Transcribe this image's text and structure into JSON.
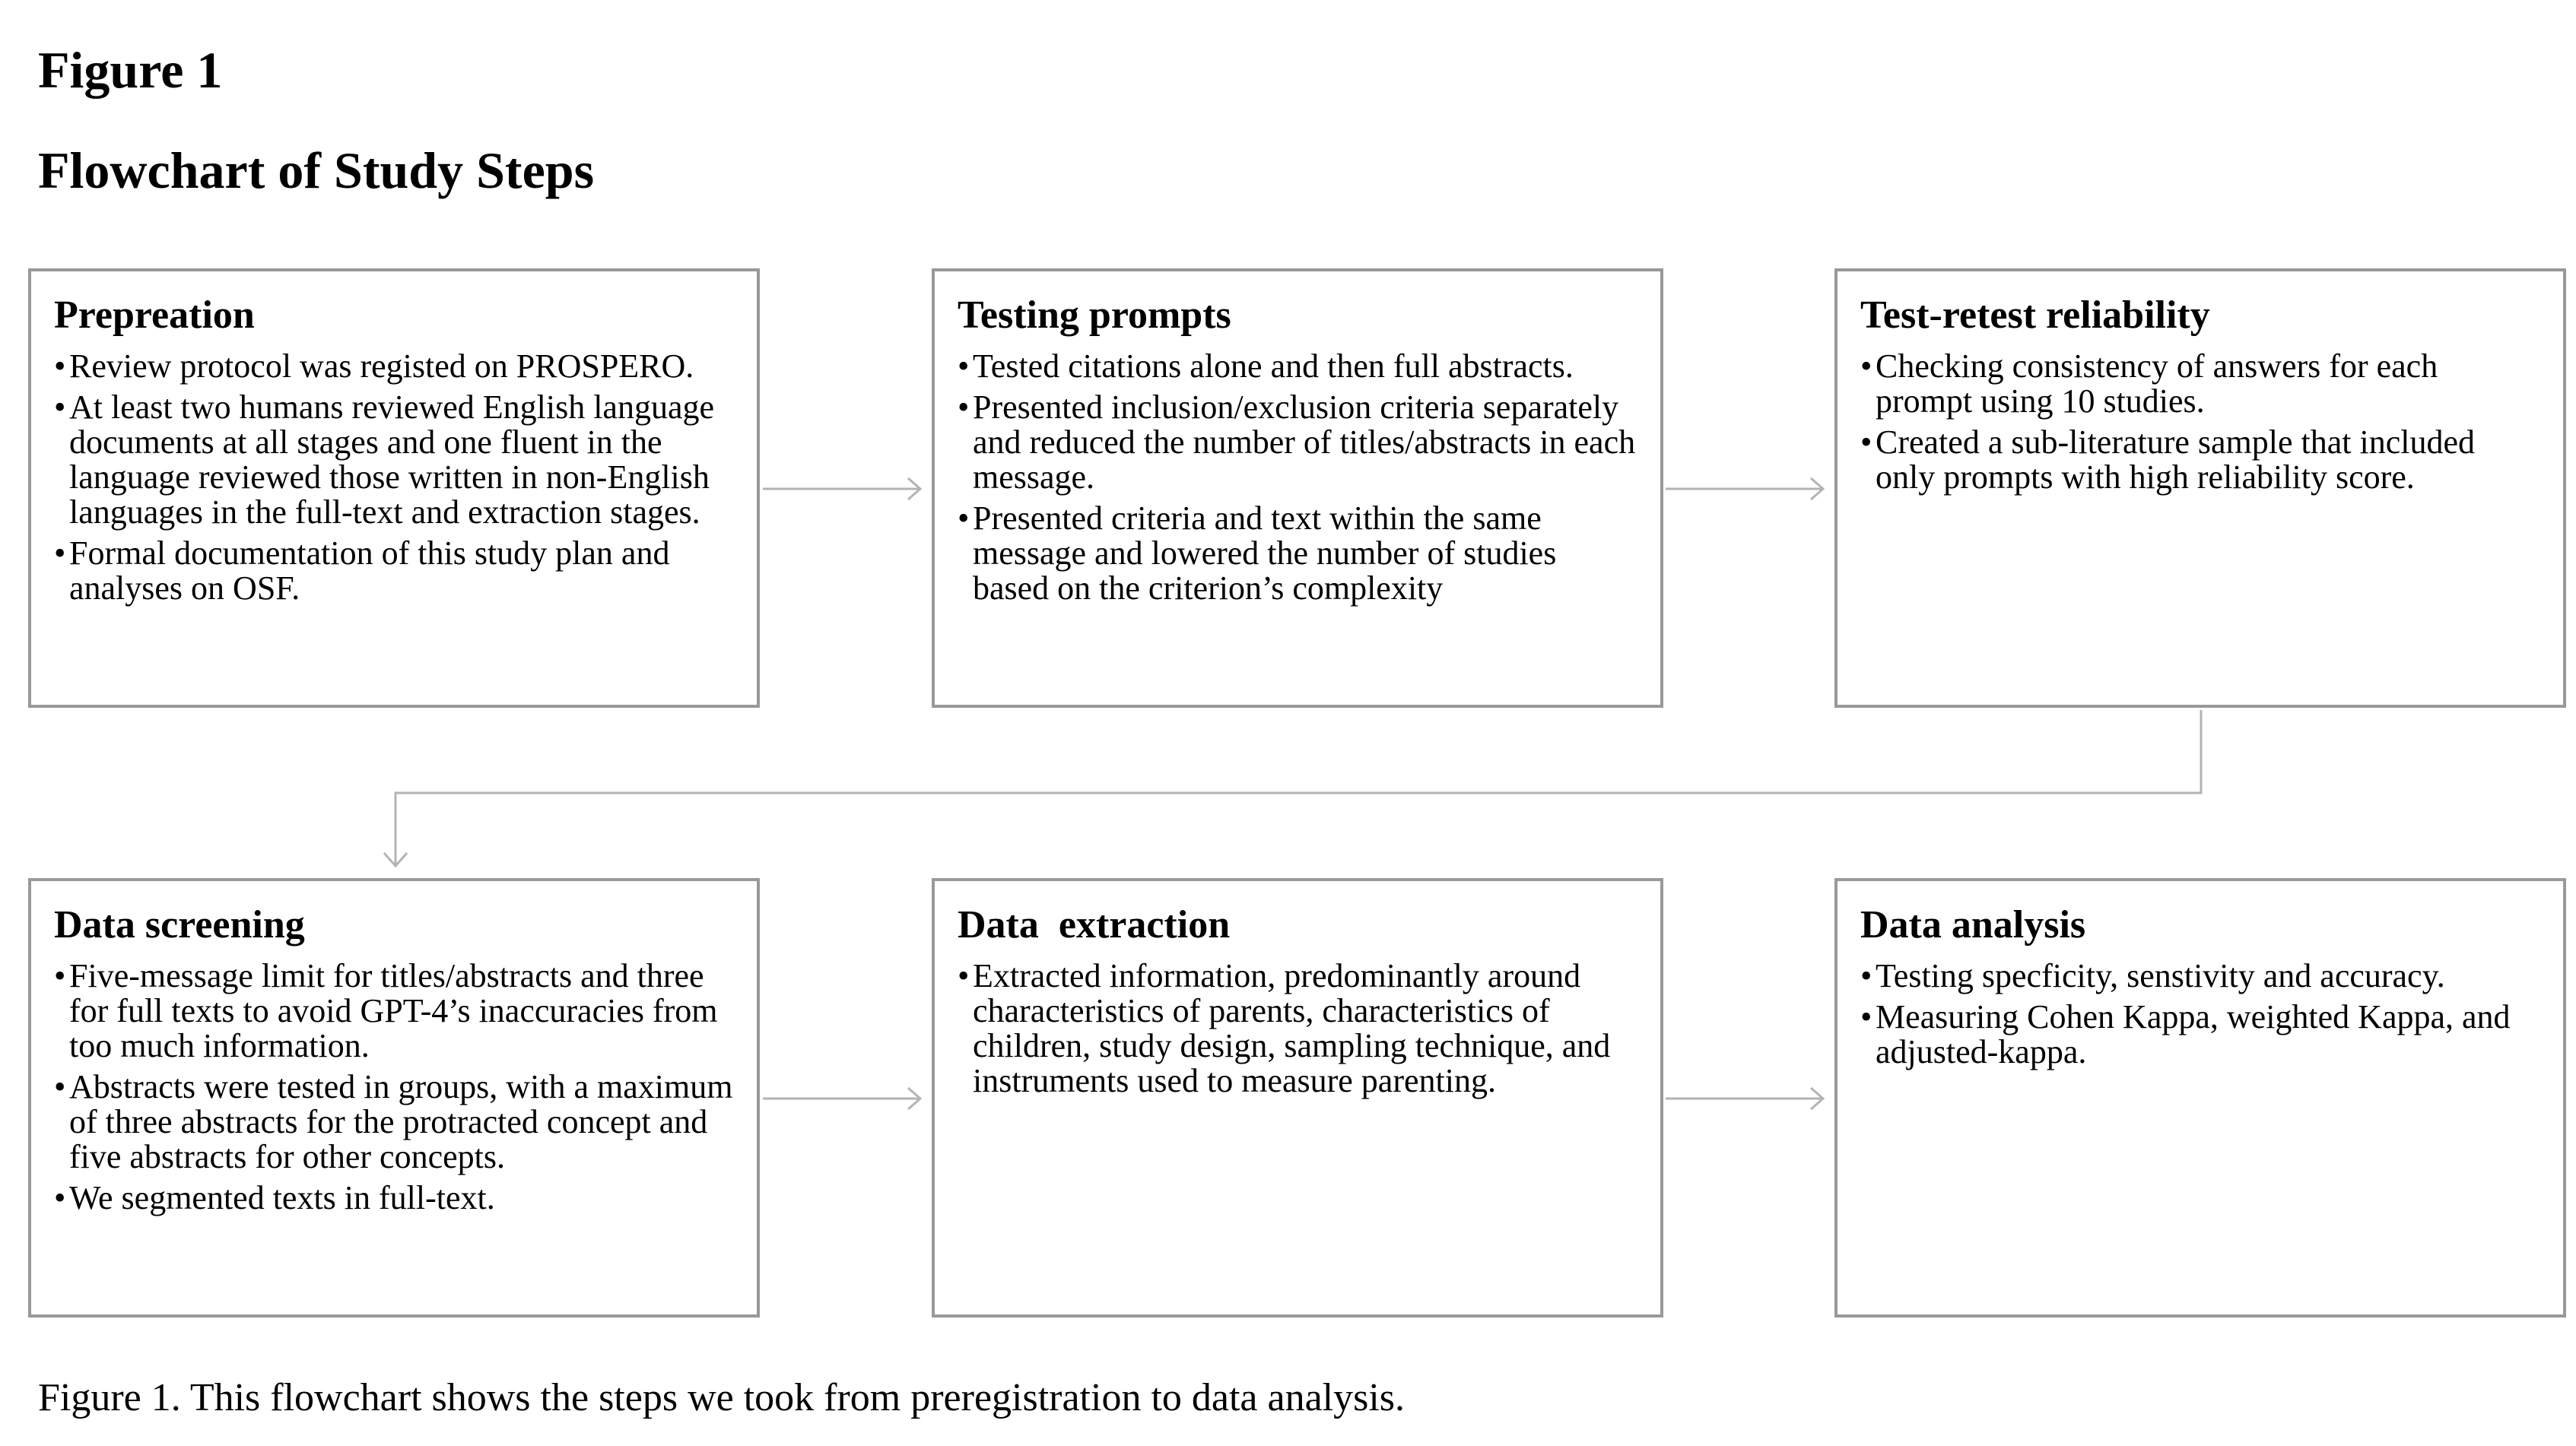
{
  "figure": {
    "label": "Figure 1",
    "title": "Flowchart of Study Steps",
    "caption": "Figure 1. This flowchart shows the steps we took from preregistration to data analysis."
  },
  "colors": {
    "box_border": "#999999",
    "arrow": "#b3b3b3",
    "text": "#000000"
  },
  "steps": [
    {
      "title": "Prepreation",
      "items": [
        "Review protocol was registed on PROSPERO.",
        "At least two humans reviewed English language documents at all stages and one fluent in the language reviewed those written in non-English languages in the full-text and extraction stages.",
        "Formal documentation of this study plan and analyses on OSF."
      ]
    },
    {
      "title": "Testing prompts",
      "items": [
        "Tested citations alone and then full abstracts.",
        "Presented inclusion/exclusion criteria separately and reduced the number of titles/abstracts in each message.",
        "Presented criteria and text within the same message and lowered the number of studies based on the criterion’s complexity"
      ]
    },
    {
      "title": "Test-retest reliability",
      "items": [
        "Checking consistency of answers for each prompt using 10 studies.",
        "Created a sub-literature sample that included only prompts with high reliability score."
      ]
    },
    {
      "title": "Data screening",
      "items": [
        "Five-message limit for titles/abstracts and three for full texts to avoid GPT-4’s inaccuracies from too much information.",
        "Abstracts were tested in groups, with a maximum of three abstracts for the protracted concept and five abstracts for other concepts.",
        "We segmented texts in full-text."
      ]
    },
    {
      "title": "Data  extraction",
      "items": [
        "Extracted information, predominantly around characteristics of parents, characteristics of children, study design, sampling technique, and instruments used to measure parenting."
      ]
    },
    {
      "title": "Data analysis",
      "items": [
        "Testing specficity, senstivity and accuracy.",
        "Measuring Cohen Kappa, weighted Kappa, and adjusted-kappa."
      ]
    }
  ]
}
